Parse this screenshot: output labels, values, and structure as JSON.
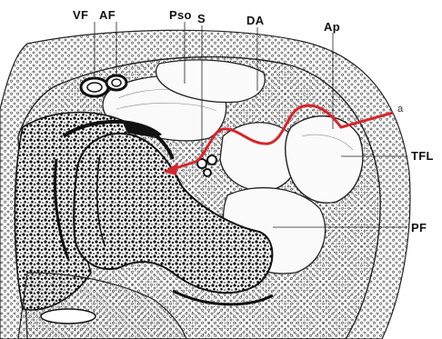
{
  "diagram": {
    "labels": {
      "vf": "VF",
      "af": "AF",
      "pso": "Pso",
      "s": "S",
      "da": "DA",
      "ap": "Ap",
      "a": "a",
      "tfl": "TFL",
      "pf": "PF"
    },
    "colors": {
      "approach_line": "#d8242c",
      "ink": "#1a1a1a",
      "paper": "#ffffff"
    }
  }
}
